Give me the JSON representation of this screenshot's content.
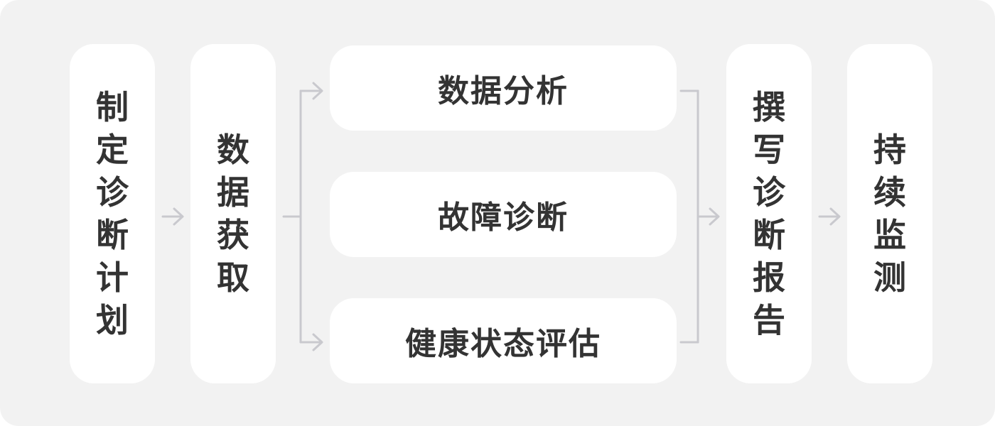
{
  "colors": {
    "background": "#f2f2f2",
    "box": "#ffffff",
    "text": "#333333",
    "connector": "#c9c9ce"
  },
  "steps": {
    "plan": "制定诊断计划",
    "acquire": "数据获取",
    "analysis": "数据分析",
    "fault": "故障诊断",
    "health": "健康状态评估",
    "report": "撰写诊断报告",
    "monitor": "持续监测"
  }
}
